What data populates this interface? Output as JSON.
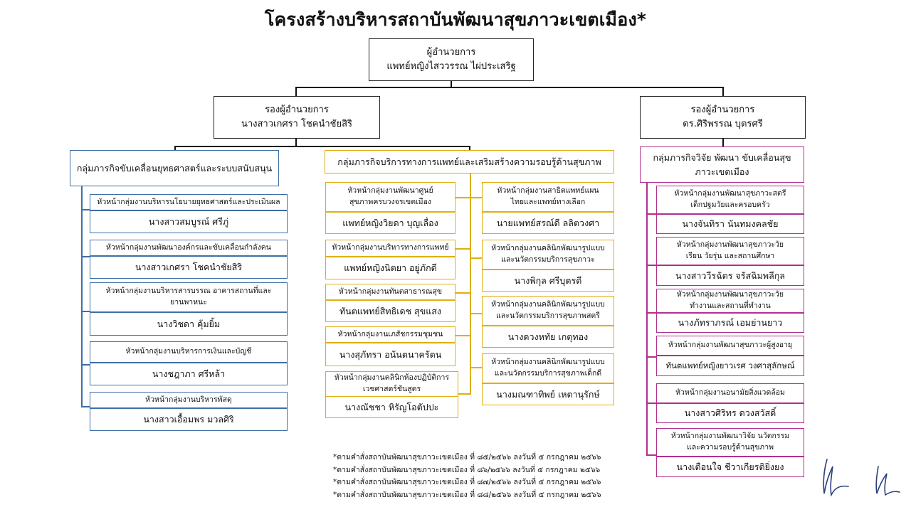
{
  "title": "โครงสร้างบริหารสถาบันพัฒนาสุขภาวะเขตเมือง*",
  "director": {
    "role": "ผู้อำนวยการ",
    "name": "แพทย์หญิงไสววรรณ ไผ่ประเสริฐ"
  },
  "deputies": [
    {
      "role": "รองผู้อำนวยการ",
      "name": "นางสาวเกศรา โชคนำชัยสิริ"
    },
    {
      "role": "รองผู้อำนวยการ",
      "name": "ดร.ศิริพรรณ บุตรศรี"
    }
  ],
  "missions": {
    "strategy": {
      "name": "กลุ่มภารกิจขับเคลื่อนยุทธศาสตร์และระบบสนับสนุน",
      "units": [
        {
          "head": "หัวหน้ากลุ่มงานบริหารนโยบายยุทธศาสตร์และประเมินผล",
          "name": "นางสาวสมบูรณ์ ศรีภู่"
        },
        {
          "head": "หัวหน้ากลุ่มงานพัฒนาองค์กรและขับเคลื่อนกำลังคน",
          "name": "นางสาวเกศรา โชคนำชัยสิริ"
        },
        {
          "head": "หัวหน้ากลุ่มงานบริหารสารบรรณ อาคารสถานที่และยานพาหนะ",
          "name": "นางวิชดา คุ้มยิ้ม"
        },
        {
          "head": "หัวหน้ากลุ่มงานบริหารการเงินและบัญชี",
          "name": "นางชฎาภา ศรีหล้า"
        },
        {
          "head": "หัวหน้ากลุ่มงานบริหารพัสดุ",
          "name": "นางสาวเอื้อมพร มวลศิริ"
        }
      ]
    },
    "medical": {
      "name": "กลุ่มภารกิจบริการทางการแพทย์และเสริมสร้างความรอบรู้ด้านสุขภาพ",
      "left_units": [
        {
          "head": "หัวหน้ากลุ่มงานพัฒนาศูนย์สุขภาพครบวงจรเขตเมือง",
          "name": "แพทย์หญิงวิยดา บุญเลื่อง"
        },
        {
          "head": "หัวหน้ากลุ่มงานบริหารทางการแพทย์",
          "name": "แพทย์หญิงนิตยา อยู่ภักดี"
        },
        {
          "head": "หัวหน้ากลุ่มงานทันตสาธารณสุข",
          "name": "ทันตแพทย์สิทธิเดช สุขแสง"
        },
        {
          "head": "หัวหน้ากลุ่มงานเภสัชกรรมชุมชน",
          "name": "นางสุภัทรา อนันตนาครัตน"
        },
        {
          "head": "หัวหน้ากลุ่มงานคลินิกห้องปฏิบัติการเวชศาสตร์ชันสูตร",
          "name": "นางณัชชา หิรัญโอตัปปะ"
        }
      ],
      "right_units": [
        {
          "head": "หัวหน้ากลุ่มงานสาธิตแพทย์แผนไทยและแพทย์ทางเลือก",
          "name": "นายแพทย์สรณ์ดี ลลิตวงศา"
        },
        {
          "head": "หัวหน้ากลุ่มงานคลินิกพัฒนารูปแบบและนวัตกรรมบริการสุขภาวะ",
          "name": "นางพิกุล ศรีบุตรดี"
        },
        {
          "head": "หัวหน้ากลุ่มงานคลินิกพัฒนารูปแบบและนวัตกรรมบริการสุขภาพสตรี",
          "name": "นางดวงหทัย เกตุทอง"
        },
        {
          "head": "หัวหน้ากลุ่มงานคลินิกพัฒนารูปแบบและนวัตกรรมบริการสุขภาพเด็กดี",
          "name": "นางมณฑาทิพย์ เหตานุรักษ์"
        }
      ]
    },
    "research": {
      "name": "กลุ่มภารกิจวิจัย พัฒนา ขับเคลื่อนสุขภาวะเขตเมือง",
      "units": [
        {
          "head": "หัวหน้ากลุ่มงานพัฒนาสุขภาวะสตรี เด็กปฐมวัยและครอบครัว",
          "name": "นางจันทิรา นันทมงคลชัย"
        },
        {
          "head": "หัวหน้ากลุ่มงานพัฒนาสุขภาวะวัยเรียน วัยรุ่น และสถานศึกษา",
          "name": "นางสาววีรฉัตร จรัสฉิมพลีกุล"
        },
        {
          "head": "หัวหน้ากลุ่มงานพัฒนาสุขภาวะวัยทำงานและสถานที่ทำงาน",
          "name": "นางภัทราภรณ์ เอมย่านยาว"
        },
        {
          "head": "หัวหน้ากลุ่มงานพัฒนาสุขภาวะผู้สูงอายุ",
          "name": "ทันตแพทย์หญิงยาวเรศ วงศาสุลักษณ์"
        },
        {
          "head": "หัวหน้ากลุ่มงานอนามัยสิ่งแวดล้อม",
          "name": "นางสาวศิริทร ดวงสวัสดิ์"
        },
        {
          "head": "หัวหน้ากลุ่มงานพัฒนาวิจัย นวัตกรรมและความรอบรู้ด้านสุขภาพ",
          "name": "นางเตือนใจ ชีวาเกียรติยิ่งยง"
        }
      ]
    }
  },
  "footnotes": [
    "*ตามคำสั่งสถาบันพัฒนาสุขภาวะเขตเมือง ที่ ๘๕/๒๕๖๖ ลงวันที่ ๕ กรกฎาคม ๒๕๖๖",
    "*ตามคำสั่งสถาบันพัฒนาสุขภาวะเขตเมือง ที่ ๘๖/๒๕๖๖ ลงวันที่ ๕ กรกฎาคม ๒๕๖๖",
    "*ตามคำสั่งสถาบันพัฒนาสุขภาวะเขตเมือง ที่ ๘๗/๒๕๖๖ ลงวันที่ ๕ กรกฎาคม ๒๕๖๖",
    "*ตามคำสั่งสถาบันพัฒนาสุขภาวะเขตเมือง ที่ ๘๘/๒๕๖๖ ลงวันที่ ๕ กรกฎาคม ๒๕๖๖"
  ],
  "colors": {
    "executive": "#222222",
    "strategy": "#3d6fa5",
    "medical": "#e0ae10",
    "research": "#b0308f"
  },
  "icons": [
    "signature-1",
    "signature-2"
  ]
}
